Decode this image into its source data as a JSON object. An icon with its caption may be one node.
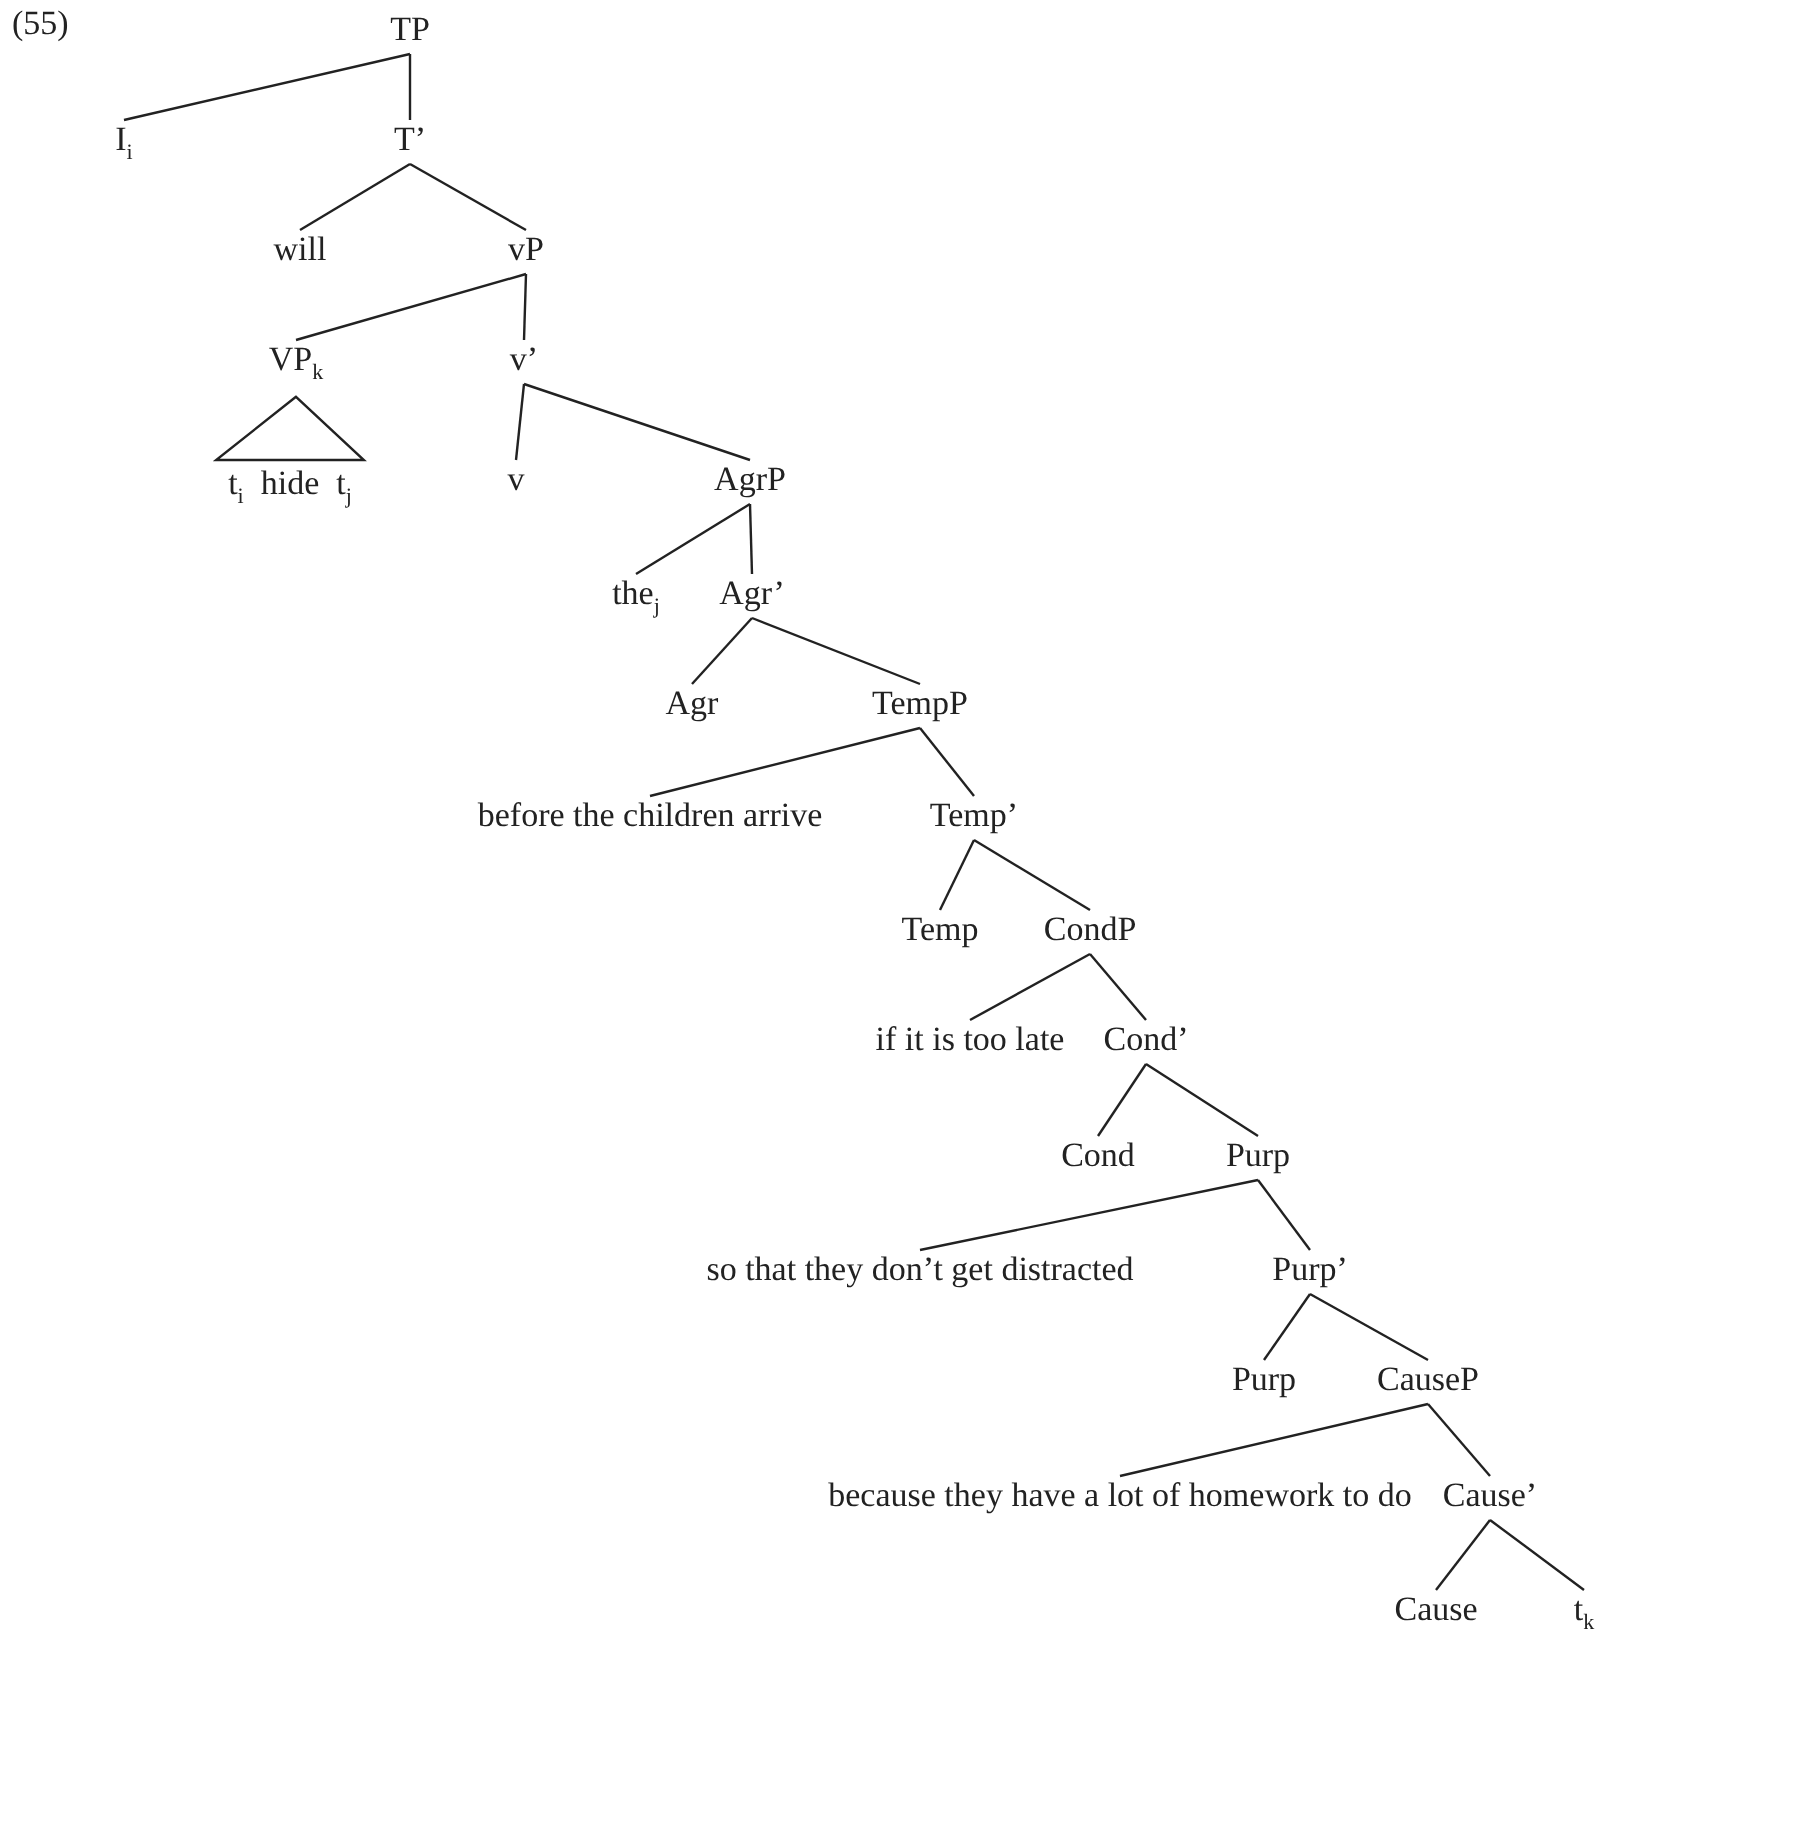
{
  "diagram": {
    "nodes": [
      {
        "text": [
          "TP"
        ]
      },
      {
        "text": [
          "I$_{i}$"
        ]
      },
      {
        "text": [
          "T’"
        ]
      },
      {
        "text": [
          "will"
        ]
      },
      {
        "text": [
          "vP"
        ]
      },
      {
        "text": [
          "VP$_{k}$"
        ]
      },
      {
        "text": [
          "t$_{i}$  hide  t$_{j}$"
        ]
      },
      {
        "text": [
          "v’"
        ]
      },
      {
        "text": [
          "v"
        ]
      },
      {
        "text": [
          "AgrP"
        ]
      },
      {
        "text": [
          "the$_{j}$"
        ]
      },
      {
        "text": [
          "Agr’"
        ]
      },
      {
        "text": [
          "Agr"
        ]
      },
      {
        "text": [
          "TempP"
        ]
      },
      {
        "text": [
          "before the children arrive"
        ]
      },
      {
        "text": [
          "Temp’"
        ]
      },
      {
        "text": [
          "Temp"
        ]
      },
      {
        "text": [
          "CondP"
        ]
      },
      {
        "text": [
          "if it is too late"
        ]
      },
      {
        "text": [
          "Cond’"
        ]
      },
      {
        "text": [
          "Cond"
        ]
      },
      {
        "text": [
          "Purp"
        ]
      },
      {
        "text": [
          "so that they don’t get distracted"
        ]
      },
      {
        "text": [
          "Purp’"
        ]
      },
      {
        "text": [
          "Purp"
        ]
      },
      {
        "text": [
          "CauseP"
        ]
      },
      {
        "text": [
          "because they have a lot of homework to do"
        ]
      },
      {
        "text": [
          "Cause’"
        ]
      },
      {
        "text": [
          "Cause"
        ]
      },
      {
        "text": [
          "t$_{k}$"
        ]
      }
    ],
    "edges": [
      {
        "from": 0,
        "to": 1,
        "arrow": "none"
      },
      {
        "from": 0,
        "to": 2,
        "arrow": "none"
      },
      {
        "from": 2,
        "to": 3,
        "arrow": "none"
      },
      {
        "from": 2,
        "to": 4,
        "arrow": "none"
      },
      {
        "from": 4,
        "to": 5,
        "arrow": "none"
      },
      {
        "from": 4,
        "to": 7,
        "arrow": "none"
      },
      {
        "from": 5,
        "to": 6,
        "arrow": "none"
      },
      {
        "from": 7,
        "to": 8,
        "arrow": "none"
      },
      {
        "from": 7,
        "to": 9,
        "arrow": "none"
      },
      {
        "from": 9,
        "to": 10,
        "arrow": "none"
      },
      {
        "from": 9,
        "to": 11,
        "arrow": "none"
      },
      {
        "from": 11,
        "to": 12,
        "arrow": "none"
      },
      {
        "from": 11,
        "to": 13,
        "arrow": "none"
      },
      {
        "from": 13,
        "to": 14,
        "arrow": "none"
      },
      {
        "from": 13,
        "to": 15,
        "arrow": "none"
      },
      {
        "from": 15,
        "to": 16,
        "arrow": "none"
      },
      {
        "from": 15,
        "to": 17,
        "arrow": "none"
      },
      {
        "from": 17,
        "to": 18,
        "arrow": "none"
      },
      {
        "from": 17,
        "to": 19,
        "arrow": "none"
      },
      {
        "from": 19,
        "to": 20,
        "arrow": "none"
      },
      {
        "from": 19,
        "to": 21,
        "arrow": "none"
      },
      {
        "from": 21,
        "to": 22,
        "arrow": "none"
      },
      {
        "from": 21,
        "to": 23,
        "arrow": "none"
      },
      {
        "from": 23,
        "to": 24,
        "arrow": "none"
      },
      {
        "from": 23,
        "to": 25,
        "arrow": "none"
      },
      {
        "from": 25,
        "to": 26,
        "arrow": "none"
      },
      {
        "from": 25,
        "to": 27,
        "arrow": "none"
      },
      {
        "from": 27,
        "to": 28,
        "arrow": "none"
      },
      {
        "from": 27,
        "to": 29,
        "arrow": "none"
      }
    ],
    "labels": [
      "(55)"
    ]
  }
}
